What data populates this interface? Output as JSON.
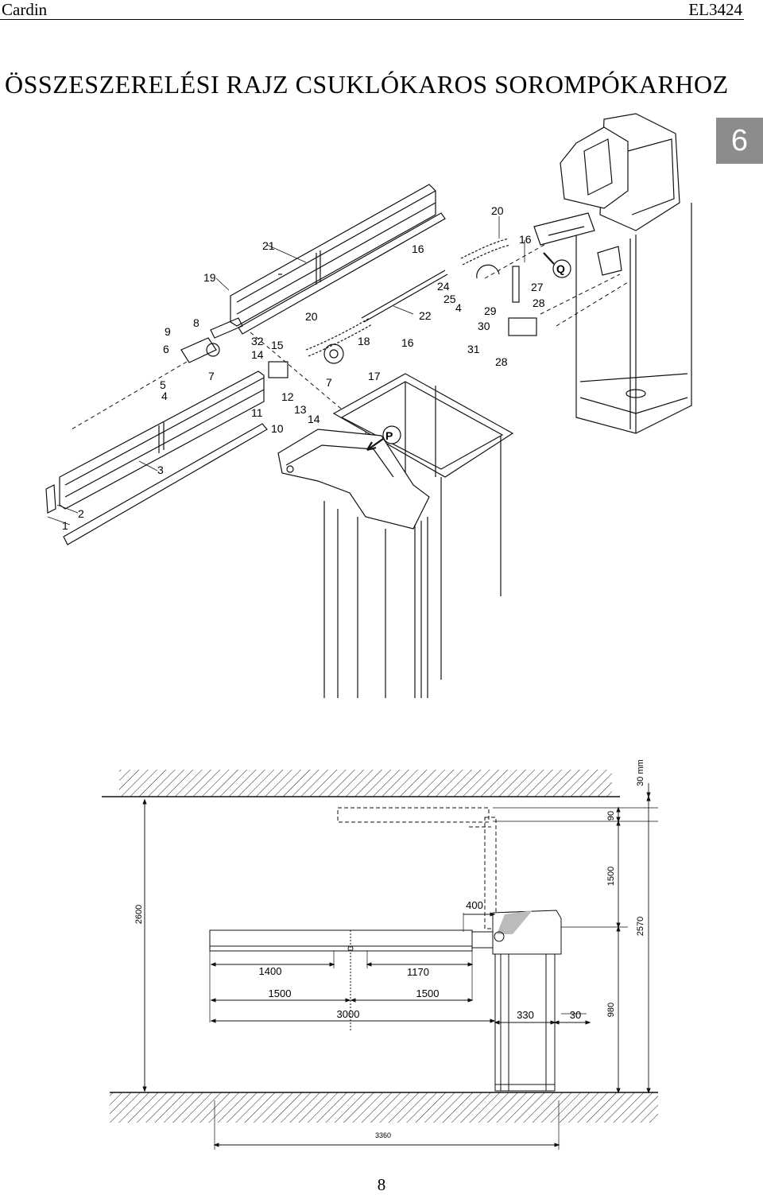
{
  "header": {
    "brand": "Cardin",
    "doc_code": "EL3424"
  },
  "title": "ÖSSZESZERELÉSI RAJZ CSUKLÓKAROS SOROMPÓKARHOZ",
  "chapter": "6",
  "exploded_view": {
    "part_labels": [
      "1",
      "2",
      "3",
      "4",
      "4",
      "5",
      "6",
      "7",
      "7",
      "8",
      "9",
      "10",
      "11",
      "12",
      "13",
      "14",
      "14",
      "15",
      "16",
      "16",
      "16",
      "17",
      "18",
      "19",
      "20",
      "20",
      "21",
      "22",
      "24",
      "25",
      "27",
      "28",
      "28",
      "29",
      "30",
      "31",
      "32"
    ],
    "callouts": [
      "P",
      "Q"
    ]
  },
  "dimensions": {
    "ceiling_clearance": "30 mm",
    "total_height": "2600",
    "top_gap": "90",
    "upper_arm": "1500",
    "post_height": "980",
    "overall_height": "2570",
    "offset": "400",
    "segment_left": "1400",
    "segment_right": "1170",
    "half_left": "1500",
    "half_right": "1500",
    "total_length": "3000",
    "housing_width": "330",
    "housing_margin": "30",
    "floor_length": "3360"
  },
  "page_number": "8"
}
